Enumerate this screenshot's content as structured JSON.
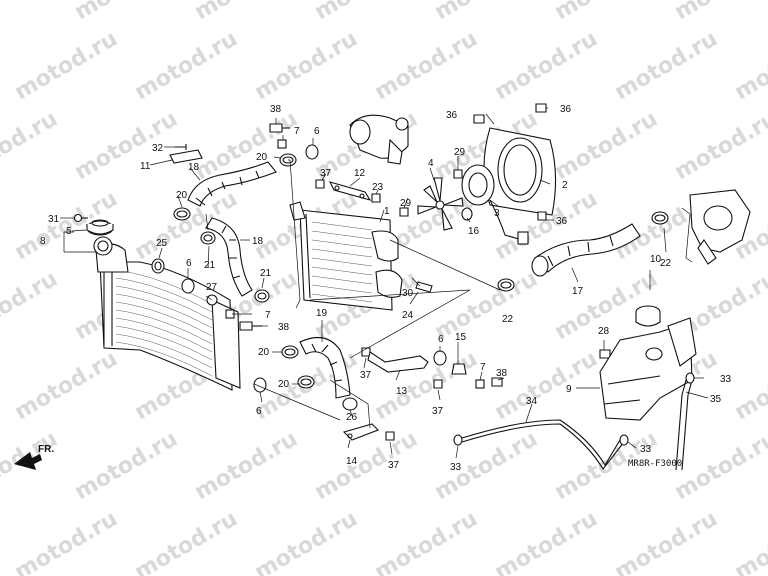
{
  "watermark": "motod.ru",
  "diagram_code": "MR8R-F3000",
  "direction_label": "FR.",
  "parts": [
    {
      "id": "p1",
      "label": "1"
    },
    {
      "id": "p2",
      "label": "2"
    },
    {
      "id": "p3",
      "label": "3"
    },
    {
      "id": "p4",
      "label": "4"
    },
    {
      "id": "p5",
      "label": "5"
    },
    {
      "id": "p6a",
      "label": "6"
    },
    {
      "id": "p6b",
      "label": "6"
    },
    {
      "id": "p6c",
      "label": "6"
    },
    {
      "id": "p6d",
      "label": "6"
    },
    {
      "id": "p7a",
      "label": "7"
    },
    {
      "id": "p7b",
      "label": "7"
    },
    {
      "id": "p7c",
      "label": "7"
    },
    {
      "id": "p8",
      "label": "8"
    },
    {
      "id": "p9",
      "label": "9"
    },
    {
      "id": "p10",
      "label": "10"
    },
    {
      "id": "p11",
      "label": "11"
    },
    {
      "id": "p12",
      "label": "12"
    },
    {
      "id": "p13",
      "label": "13"
    },
    {
      "id": "p14",
      "label": "14"
    },
    {
      "id": "p15",
      "label": "15"
    },
    {
      "id": "p16",
      "label": "16"
    },
    {
      "id": "p17",
      "label": "17"
    },
    {
      "id": "p18a",
      "label": "18"
    },
    {
      "id": "p18b",
      "label": "18"
    },
    {
      "id": "p19",
      "label": "19"
    },
    {
      "id": "p20a",
      "label": "20"
    },
    {
      "id": "p20b",
      "label": "20"
    },
    {
      "id": "p20c",
      "label": "20"
    },
    {
      "id": "p20d",
      "label": "20"
    },
    {
      "id": "p21a",
      "label": "21"
    },
    {
      "id": "p21b",
      "label": "21"
    },
    {
      "id": "p22a",
      "label": "22"
    },
    {
      "id": "p22b",
      "label": "22"
    },
    {
      "id": "p23",
      "label": "23"
    },
    {
      "id": "p24",
      "label": "24"
    },
    {
      "id": "p25",
      "label": "25"
    },
    {
      "id": "p26",
      "label": "26"
    },
    {
      "id": "p27",
      "label": "27"
    },
    {
      "id": "p28",
      "label": "28"
    },
    {
      "id": "p29a",
      "label": "29"
    },
    {
      "id": "p29b",
      "label": "29"
    },
    {
      "id": "p30",
      "label": "30"
    },
    {
      "id": "p31",
      "label": "31"
    },
    {
      "id": "p32",
      "label": "32"
    },
    {
      "id": "p33a",
      "label": "33"
    },
    {
      "id": "p33b",
      "label": "33"
    },
    {
      "id": "p33c",
      "label": "33"
    },
    {
      "id": "p34",
      "label": "34"
    },
    {
      "id": "p35",
      "label": "35"
    },
    {
      "id": "p36a",
      "label": "36"
    },
    {
      "id": "p36b",
      "label": "36"
    },
    {
      "id": "p36c",
      "label": "36"
    },
    {
      "id": "p37a",
      "label": "37"
    },
    {
      "id": "p37b",
      "label": "37"
    },
    {
      "id": "p37c",
      "label": "37"
    },
    {
      "id": "p37d",
      "label": "37"
    },
    {
      "id": "p38a",
      "label": "38"
    },
    {
      "id": "p38b",
      "label": "38"
    },
    {
      "id": "p38c",
      "label": "38"
    }
  ]
}
